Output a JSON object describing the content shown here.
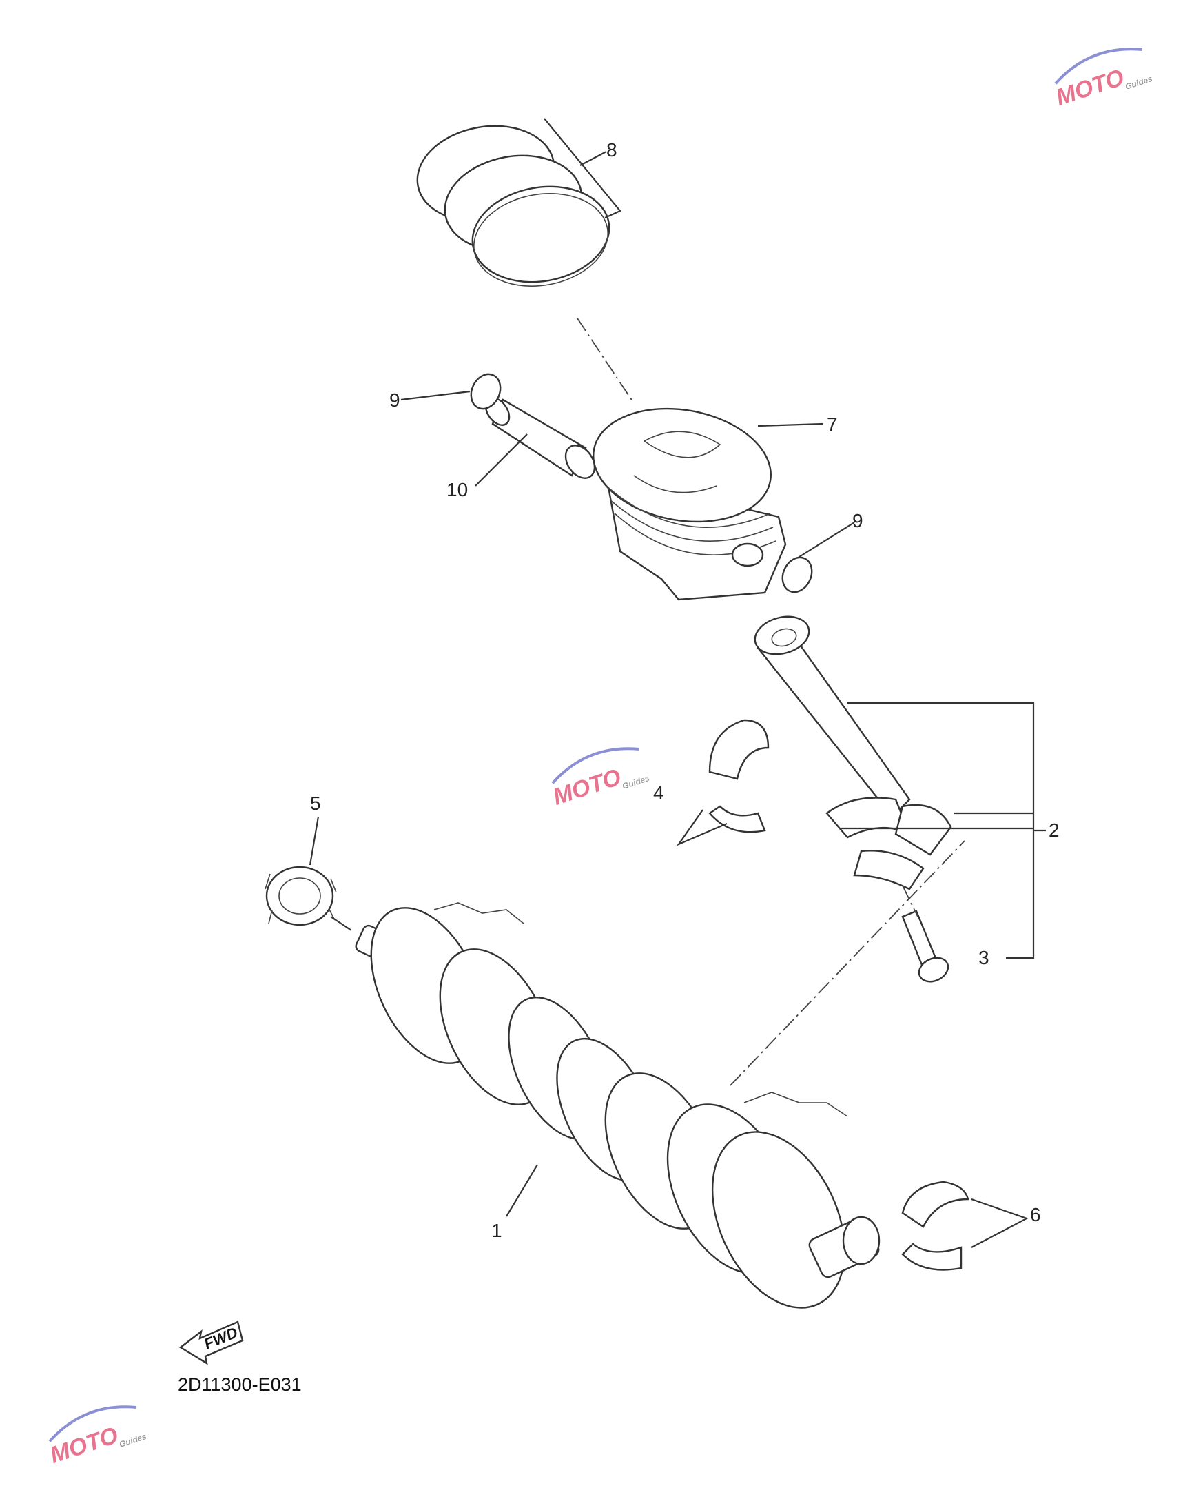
{
  "diagram": {
    "code": "2D11300-E031",
    "fwd_label": "FWD",
    "parts": [
      {
        "id": "1",
        "label": "1"
      },
      {
        "id": "2",
        "label": "2"
      },
      {
        "id": "3",
        "label": "3"
      },
      {
        "id": "4",
        "label": "4"
      },
      {
        "id": "5",
        "label": "5"
      },
      {
        "id": "6",
        "label": "6"
      },
      {
        "id": "7",
        "label": "7"
      },
      {
        "id": "8",
        "label": "8"
      },
      {
        "id": "9a",
        "label": "9"
      },
      {
        "id": "9b",
        "label": "9"
      },
      {
        "id": "10",
        "label": "10"
      }
    ]
  },
  "watermark": {
    "brand": "MOTO",
    "sub": "Guides",
    "colors": {
      "pink": "#e8738f",
      "blue": "#8b8fd4",
      "gray": "#9a9a9a"
    }
  }
}
